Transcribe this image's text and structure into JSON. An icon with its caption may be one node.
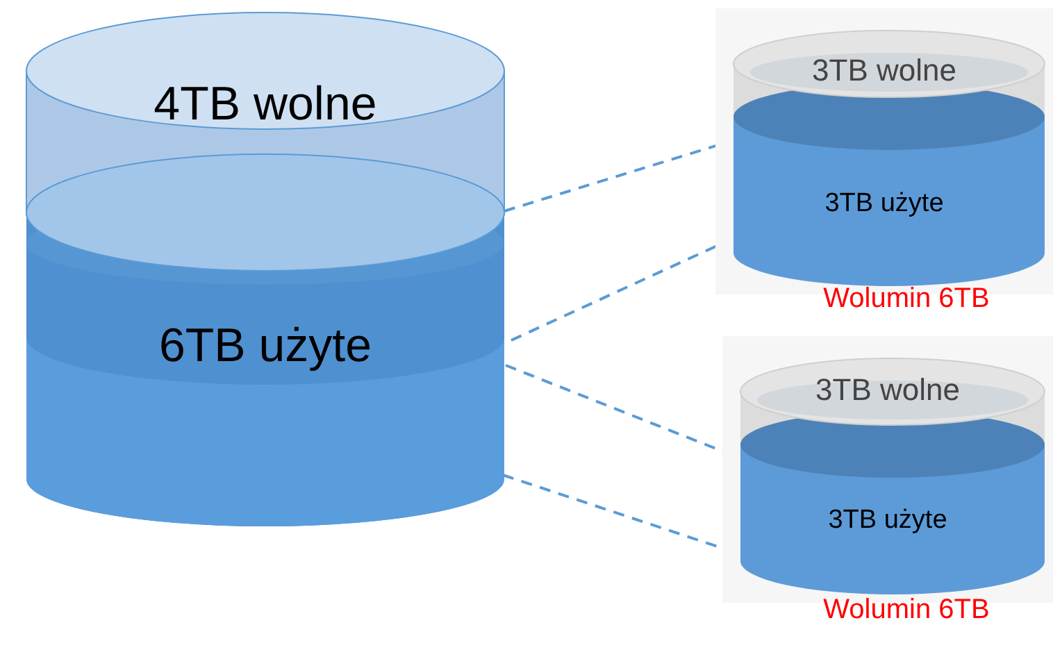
{
  "diagram": {
    "nodes": [
      {
        "text": [
          "4TB wolne",
          "6TB użyte"
        ]
      },
      {
        "text": [
          "3TB wolne",
          "3TB użyte"
        ],
        "beside": [
          "Wolumin 6TB"
        ]
      },
      {
        "text": [
          "3TB wolne",
          "3TB użyte"
        ],
        "beside": [
          "Wolumin 6TB"
        ]
      }
    ],
    "edges": [
      {
        "from": 0,
        "to": 1,
        "arrow": "none",
        "style": "dashed"
      },
      {
        "from": 0,
        "to": 1,
        "arrow": "none",
        "style": "dashed"
      },
      {
        "from": 0,
        "to": 2,
        "arrow": "none",
        "style": "dashed"
      },
      {
        "from": 0,
        "to": 2,
        "arrow": "none",
        "style": "dashed"
      }
    ]
  }
}
